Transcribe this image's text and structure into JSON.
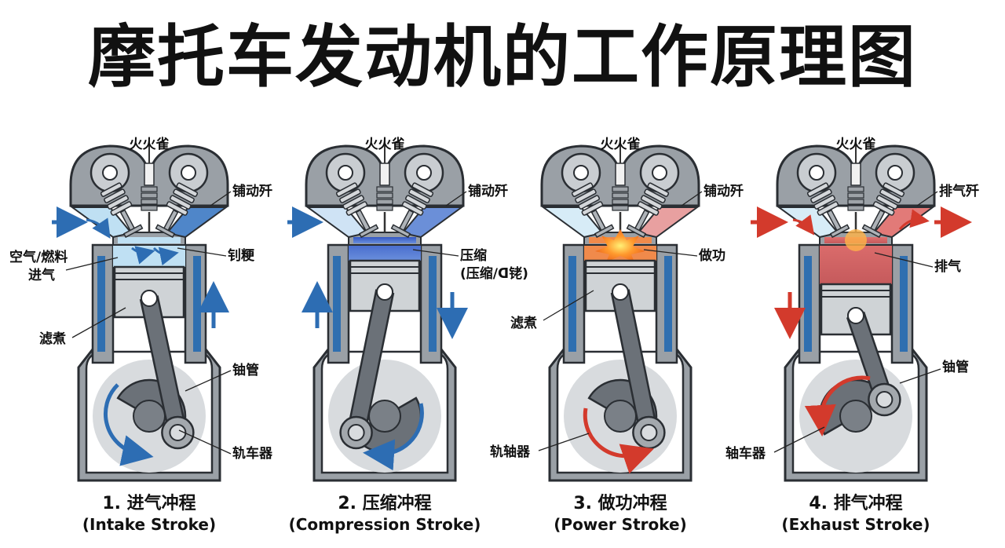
{
  "title": "摩托车发动机的工作原理图",
  "colors": {
    "metal": "#9aa0a6",
    "metal_dark": "#6b7178",
    "outline": "#2a2e33",
    "coolant": "#2f6fb0",
    "intake": "#bfe0f3",
    "compression": "#3c63c9",
    "power": "#f26a1b",
    "exhaust": "#c9484a",
    "arrow_blue": "#2d6db3",
    "arrow_red": "#d33a2c"
  },
  "panels": [
    {
      "stroke_label": "1. 进气冲程",
      "stroke_label_en": "(Intake Stroke)",
      "labels": {
        "spark": "火火雀",
        "valve": "铺动歼",
        "intake_a": "空气/燃料",
        "intake_b": "进气",
        "gas": "钊粳",
        "piston": "滤煮",
        "rod": "铀管",
        "crank": "轨车器"
      }
    },
    {
      "stroke_label": "2. 压缩冲程",
      "stroke_label_en": "(Compression Stroke)",
      "labels": {
        "spark": "火火雀",
        "valve": "铺动歼",
        "gas_a": "压缩",
        "gas_b": "(压缩/ᗡ铑)"
      }
    },
    {
      "stroke_label": "3. 做功冲程",
      "stroke_label_en": "(Power Stroke)",
      "labels": {
        "spark": "火火雀",
        "valve": "铺动歼",
        "gas": "做功",
        "piston": "滤煮",
        "crank": "轨轴器"
      }
    },
    {
      "stroke_label": "4. 排气冲程",
      "stroke_label_en": "(Exhaust Stroke)",
      "labels": {
        "spark": "火火雀",
        "valve": "排气歼",
        "gas": "排气",
        "rod": "铀管",
        "crank": "轴车器"
      }
    }
  ]
}
